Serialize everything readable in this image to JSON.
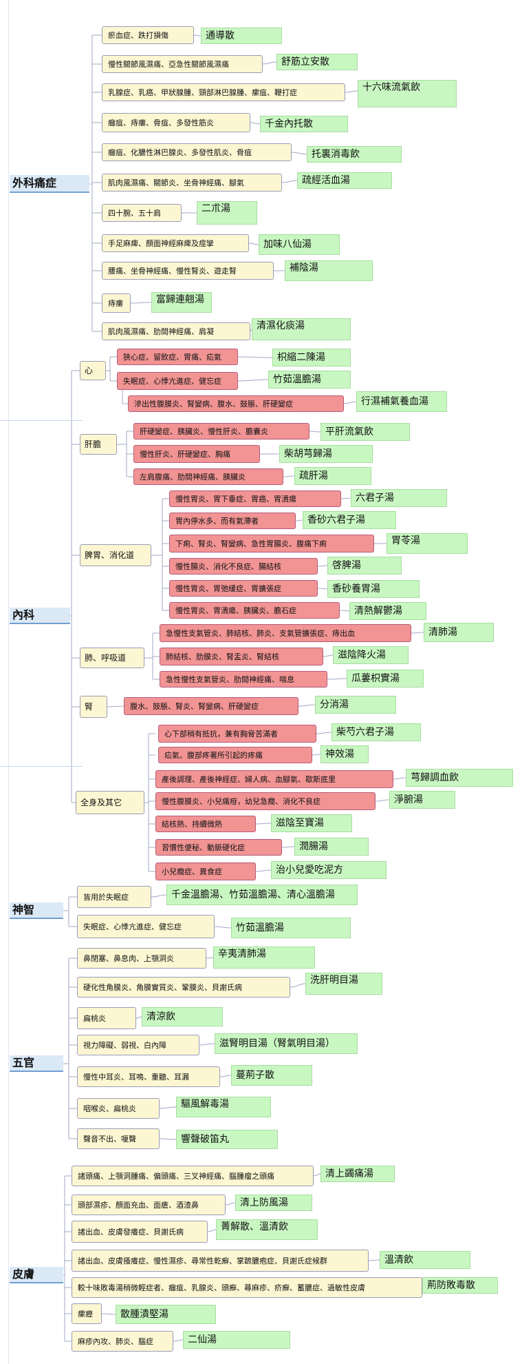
{
  "categories": [
    {
      "label": "外科痛症"
    },
    {
      "label": "內科"
    },
    {
      "label": "神智"
    },
    {
      "label": "五官"
    },
    {
      "label": "皮膚"
    }
  ],
  "subgroups": [
    {
      "label": "心"
    },
    {
      "label": "肝膽"
    },
    {
      "label": "脾胃、消化道"
    },
    {
      "label": "肺、呼吸道"
    },
    {
      "label": "腎"
    },
    {
      "label": "全身及其它"
    }
  ],
  "conditions": [
    {
      "label": "瘀血症、跌打損傷"
    },
    {
      "label": "慢性關節風濕痛、亞急性關節風濕痛"
    },
    {
      "label": "乳腺症、乳癌、甲狀腺腫、頸部淋巴腺腫、瘰疽、鞭打症"
    },
    {
      "label": "癰疽、痔瘻、骨疽、多發性筋炎"
    },
    {
      "label": "癰疽、化膿性淋巴腺炎、多發性肌炎、骨疽"
    },
    {
      "label": "肌肉風濕痛、關節炎、坐骨神經痛、腳氣"
    },
    {
      "label": "四十腕、五十肩"
    },
    {
      "label": "手足麻痺、顏面神經麻痺及痙攣"
    },
    {
      "label": "腰痛、坐骨神經痛、慢性腎炎、遊走腎"
    },
    {
      "label": "痔瘻"
    },
    {
      "label": "肌肉風濕痛、肋間神經痛、肩凝"
    },
    {
      "label": "狹心症、留飲症、胃痛、疝氣"
    },
    {
      "label": "失眠症、心悸亢進症、健忘症"
    },
    {
      "label": "滲出性腹膜炎、腎變病、腹水、鼓脹、肝硬變症"
    },
    {
      "label": "肝硬變症、胰臟炎、慢性肝炎、膽囊炎"
    },
    {
      "label": "慢性肝炎、肝硬變症、胸痛"
    },
    {
      "label": "左肩腹痛、肋間神經痛、胰臟炎"
    },
    {
      "label": "慢性胃炎、胃下垂症、胃癌、胃潰瘍"
    },
    {
      "label": "胃內停水多、而有氣滯者"
    },
    {
      "label": "下痢、腎炎、腎變病、急性胃腸炎、腹痛下痢"
    },
    {
      "label": "慢性腸炎、消化不良症、腸結核"
    },
    {
      "label": "慢性胃炎、胃弛緩症、胃擴張症"
    },
    {
      "label": "慢性胃炎、胃潰瘍、胰臟炎、膽石症"
    },
    {
      "label": "急慢性支氣管炎、肺結核、肺炎、支氣管擴張症、痔出血"
    },
    {
      "label": "肺結核、肋膜炎、腎盂炎、腎結核"
    },
    {
      "label": "急性慢性支氣管炎、肋間神經痛、喘息"
    },
    {
      "label": "腹水、鼓脹、腎炎、腎變病、肝硬變症"
    },
    {
      "label": "心下部稍有抵抗，兼有胸脅苦滿者"
    },
    {
      "label": "疝氣、腹部疼著所引起的疼痛"
    },
    {
      "label": "產後調理、產後神經症、婦人病、血腳氣、歇斯底里"
    },
    {
      "label": "慢性腹膜炎、小兒痛疳，幼兒急癇、消化不良症"
    },
    {
      "label": "結核熱、持續微熱"
    },
    {
      "label": "習慣性便秘、動脈硬化症"
    },
    {
      "label": "小兒癇症、異食症"
    },
    {
      "label": "皆用於失眠症"
    },
    {
      "label": "失眠症、心悸亢進症、健忘症"
    },
    {
      "label": "鼻閉塞、鼻息肉、上顎洞炎"
    },
    {
      "label": "硬化性角膜炎、角膜實質炎、鞏膜炎、貝謝氏病"
    },
    {
      "label": "扁桃炎"
    },
    {
      "label": "視力障礙、弱視、白內障"
    },
    {
      "label": "慢性中耳炎、耳鳴、重聽、耳漏"
    },
    {
      "label": "咽喉炎、扁桃炎"
    },
    {
      "label": "聲音不出、嗄聲"
    },
    {
      "label": "諸頭痛、上顎洞腫痛、偏頭痛、三叉神經痛、腦腫瘤之頭痛"
    },
    {
      "label": "頭部濕疹、顏面充血、面瘡、酒渣鼻"
    },
    {
      "label": "諸出血、皮膚發癢症、貝謝氏病"
    },
    {
      "label": "諸出血、皮膚搔癢症、慢性濕疹、尋常性乾癬、掌蹠膿疱症、貝謝氏症候群"
    },
    {
      "label": "較十味敗毒湯稍微輕症者、癰疽、乳腺炎、頭癬、蕁麻疹、疥癬、蓄膿症、過敏性皮膚"
    },
    {
      "label": "瘰癧"
    },
    {
      "label": "麻疹內攻、肺炎、腦症"
    }
  ],
  "formulas": [
    {
      "label": "通導散"
    },
    {
      "label": "舒筋立安散"
    },
    {
      "label": "十六味流氣飲"
    },
    {
      "label": "千金內托散"
    },
    {
      "label": "托裏消毒飲"
    },
    {
      "label": "疏經活血湯"
    },
    {
      "label": "二朮湯"
    },
    {
      "label": "加味八仙湯"
    },
    {
      "label": "補陰湯"
    },
    {
      "label": "富歸連翹湯"
    },
    {
      "label": "清濕化痰湯"
    },
    {
      "label": "枳縮二陳湯"
    },
    {
      "label": "竹茹溫膽湯"
    },
    {
      "label": "行濕補氣養血湯"
    },
    {
      "label": "平肝流氣飲"
    },
    {
      "label": "柴胡芎歸湯"
    },
    {
      "label": "疏肝湯"
    },
    {
      "label": "六君子湯"
    },
    {
      "label": "香砂六君子湯"
    },
    {
      "label": "胃苓湯"
    },
    {
      "label": "啓脾湯"
    },
    {
      "label": "香砂養胃湯"
    },
    {
      "label": "清熱解鬱湯"
    },
    {
      "label": "清肺湯"
    },
    {
      "label": "滋陰降火湯"
    },
    {
      "label": "瓜蔞枳實湯"
    },
    {
      "label": "分消湯"
    },
    {
      "label": "柴芍六君子湯"
    },
    {
      "label": "神效湯"
    },
    {
      "label": "芎歸調血飲"
    },
    {
      "label": "淨腑湯"
    },
    {
      "label": "滋陰至寶湯"
    },
    {
      "label": "潤腸湯"
    },
    {
      "label": "治小兒愛吃泥方"
    },
    {
      "label": "千金溫膽湯、竹茹溫膽湯、清心溫膽湯"
    },
    {
      "label": "竹茹溫膽湯"
    },
    {
      "label": "辛夷清肺湯"
    },
    {
      "label": "洗肝明目湯"
    },
    {
      "label": "清涼飲"
    },
    {
      "label": "滋腎明目湯（腎氣明目湯）"
    },
    {
      "label": "蔓荊子散"
    },
    {
      "label": "驅風解毒湯"
    },
    {
      "label": "響聲破笛丸"
    },
    {
      "label": "清上蠲痛湯"
    },
    {
      "label": "清上防風湯"
    },
    {
      "label": "菁解散、溫清飲"
    },
    {
      "label": "溫清飲"
    },
    {
      "label": "荊防敗毒散"
    },
    {
      "label": "散腫潰堅湯"
    },
    {
      "label": "二仙湯"
    }
  ]
}
